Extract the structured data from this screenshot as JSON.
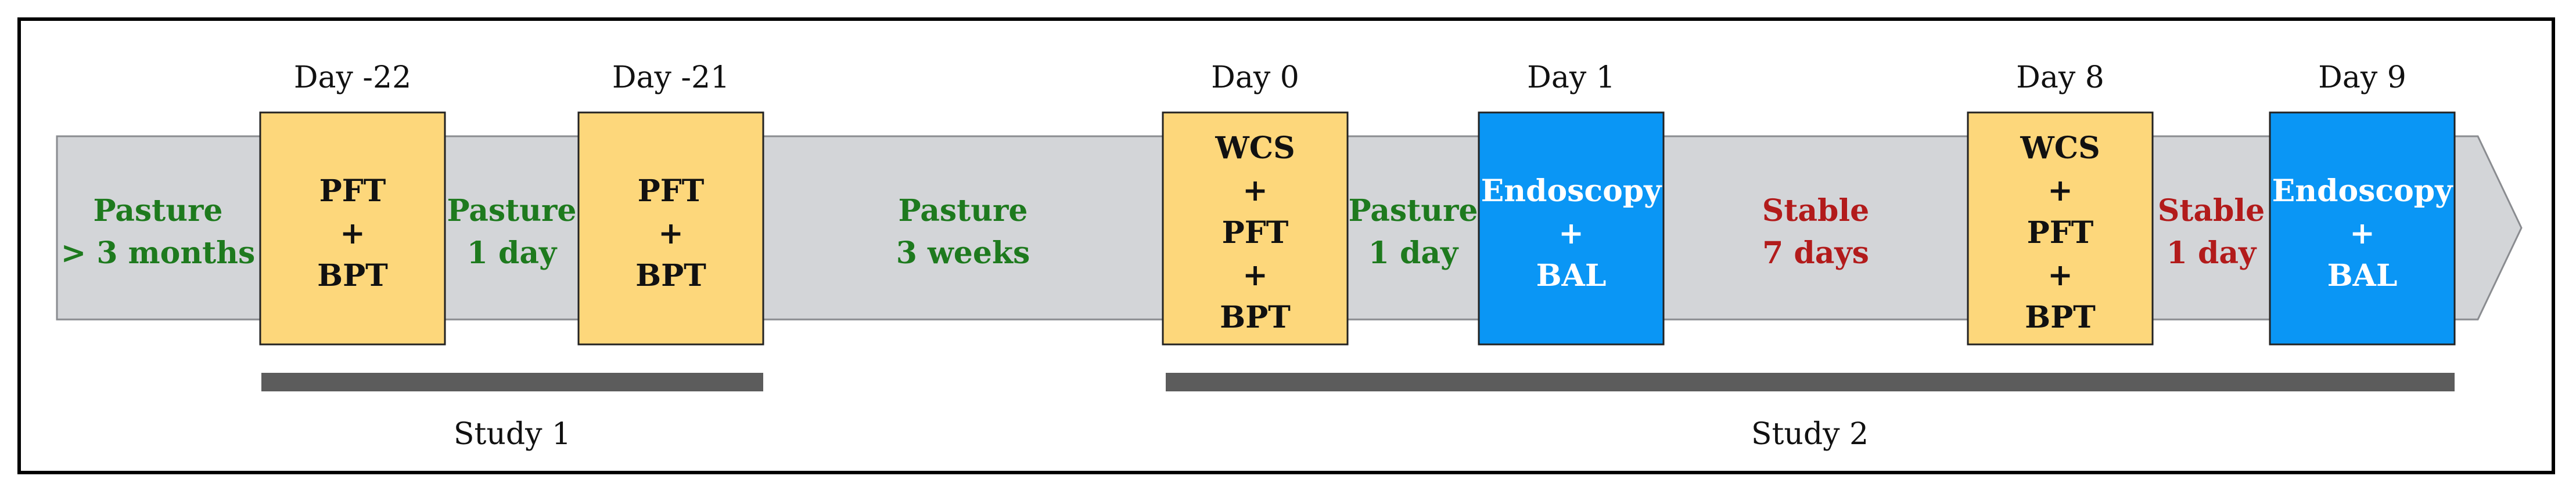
{
  "colors": {
    "arrow_fill": "#d3d5d8",
    "arrow_stroke": "#8a8c90",
    "yellow_box": "#fdd77b",
    "blue_box": "#0a96f5",
    "study_bar": "#5c5c5c",
    "pasture_text": "#1e7a1e",
    "stable_text": "#b21b1b"
  },
  "boxes": [
    {
      "day": "Day -22",
      "lines": [
        "PFT",
        "+",
        "BPT"
      ],
      "style": "yellow"
    },
    {
      "day": "Day -21",
      "lines": [
        "PFT",
        "+",
        "BPT"
      ],
      "style": "yellow"
    },
    {
      "day": "Day 0",
      "lines": [
        "WCS",
        "+",
        "PFT",
        "+",
        "BPT"
      ],
      "style": "yellow"
    },
    {
      "day": "Day 1",
      "lines": [
        "Endoscopy",
        "+",
        "BAL"
      ],
      "style": "blue"
    },
    {
      "day": "Day 8",
      "lines": [
        "WCS",
        "+",
        "PFT",
        "+",
        "BPT"
      ],
      "style": "yellow"
    },
    {
      "day": "Day 9",
      "lines": [
        "Endoscopy",
        "+",
        "BAL"
      ],
      "style": "blue"
    }
  ],
  "gaps": [
    {
      "lines": [
        "Pasture",
        "> 3 months"
      ],
      "style": "green"
    },
    {
      "lines": [
        "Pasture",
        "1 day"
      ],
      "style": "green"
    },
    {
      "lines": [
        "Pasture",
        "3 weeks"
      ],
      "style": "green"
    },
    {
      "lines": [
        "Pasture",
        "1 day"
      ],
      "style": "green"
    },
    {
      "lines": [
        "Stable",
        "7 days"
      ],
      "style": "red"
    },
    {
      "lines": [
        "Stable",
        "1 day"
      ],
      "style": "red"
    }
  ],
  "studies": [
    {
      "label": "Study 1"
    },
    {
      "label": "Study 2"
    }
  ]
}
